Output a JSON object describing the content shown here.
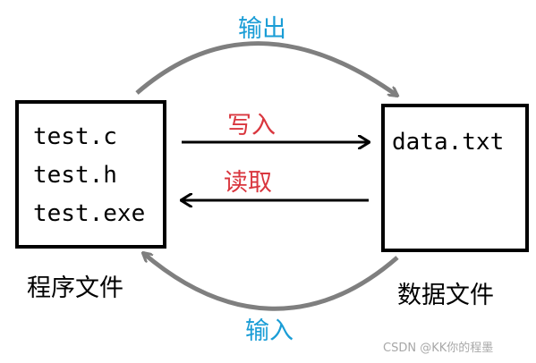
{
  "colors": {
    "io_label": "#1a9dd6",
    "rw_label": "#d9363e",
    "curve": "#7f7f7f",
    "arrow": "#000000"
  },
  "program_box": {
    "files": [
      "test.c",
      "test.h",
      "test.exe"
    ],
    "caption": "程序文件"
  },
  "data_box": {
    "file": "data.txt",
    "caption": "数据文件"
  },
  "labels": {
    "output": "输出",
    "write": "写入",
    "read": "读取",
    "input": "输入"
  },
  "watermark": "CSDN @KK你的程墨"
}
